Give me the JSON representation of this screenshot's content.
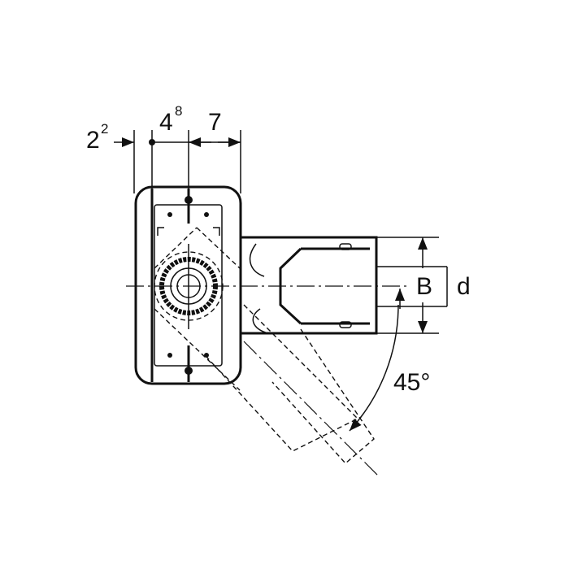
{
  "dimensions": {
    "left_offset": {
      "base": "2",
      "sup": "2"
    },
    "box_half": {
      "base": "4",
      "sup": "8"
    },
    "box_right": "7",
    "pipe_outer": "B",
    "pipe_inner": "d",
    "angle": "45°"
  }
}
